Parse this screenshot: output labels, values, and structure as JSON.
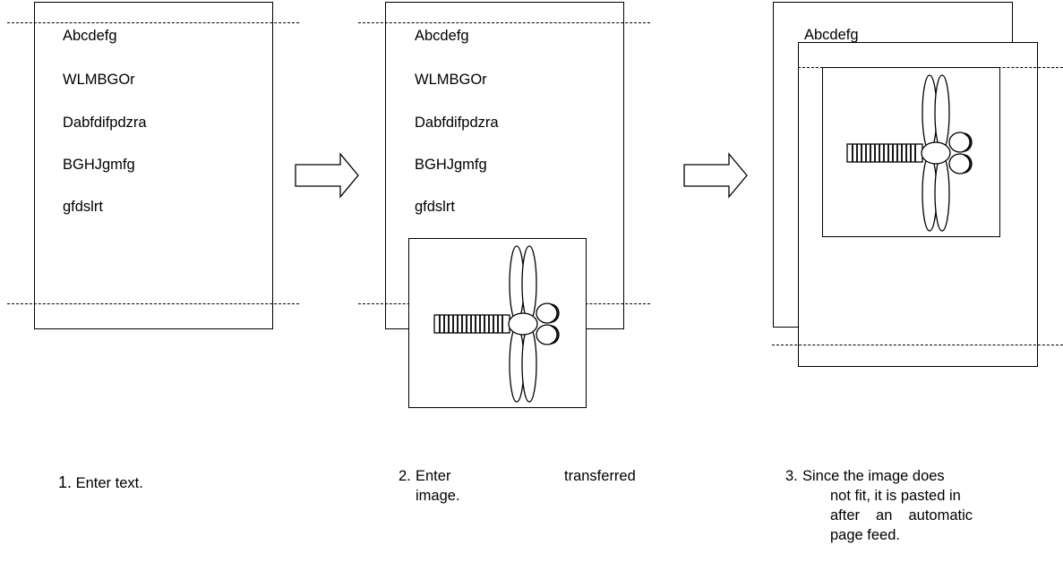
{
  "text_lines": [
    "Abcdefg",
    "WLMBGOr",
    "Dabfdifpdzra",
    "BGHJgmfg",
    "gfdslrt"
  ],
  "page3_top_line": "Abcdefg",
  "steps": [
    {
      "number": "1.",
      "text": "Enter text."
    },
    {
      "number": "2.",
      "text_line1_left": "Enter",
      "text_line1_right": "transferred",
      "text_line2": "image."
    },
    {
      "number": "3.",
      "lines": [
        "Since the image does",
        "not fit, it is pasted in",
        "after an automatic",
        "page feed."
      ]
    }
  ],
  "icons": [
    "dragonfly-image",
    "right-arrow"
  ]
}
